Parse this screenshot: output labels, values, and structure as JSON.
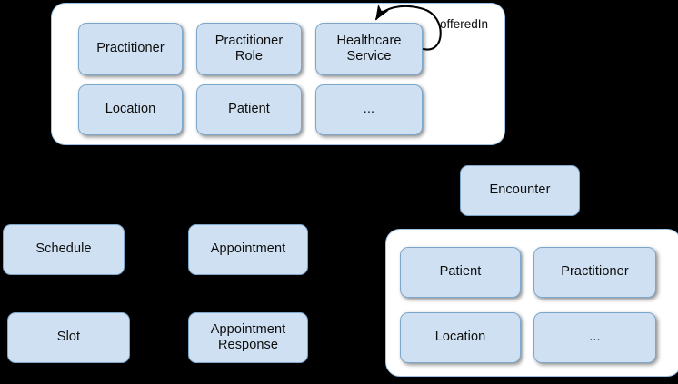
{
  "diagram": {
    "background_color": "#000000",
    "node_fill": "#cfe0f2",
    "node_border": "#7da7ca",
    "panel_fill": "#ffffff",
    "panel_border": "#9dc3e6",
    "text_color": "#0d0d0d"
  },
  "groups": [
    {
      "id": "scheduling-resources-panel",
      "name": "top-resource-group",
      "nodes": [
        {
          "id": "practitioner",
          "label": "Practitioner"
        },
        {
          "id": "practitioner-role",
          "label": "Practitioner\nRole"
        },
        {
          "id": "healthcare-service",
          "label": "Healthcare\nService"
        },
        {
          "id": "location",
          "label": "Location"
        },
        {
          "id": "patient",
          "label": "Patient"
        },
        {
          "id": "more",
          "label": "..."
        }
      ]
    },
    {
      "id": "encounter-resources-panel",
      "name": "bottom-right-resource-group",
      "nodes": [
        {
          "id": "patient",
          "label": "Patient"
        },
        {
          "id": "practitioner",
          "label": "Practitioner"
        },
        {
          "id": "location",
          "label": "Location"
        },
        {
          "id": "more",
          "label": "..."
        }
      ]
    }
  ],
  "standalone_nodes": [
    {
      "id": "schedule",
      "label": "Schedule"
    },
    {
      "id": "appointment",
      "label": "Appointment"
    },
    {
      "id": "slot",
      "label": "Slot"
    },
    {
      "id": "appointment-response",
      "label": "Appointment\nResponse"
    },
    {
      "id": "encounter",
      "label": "Encounter"
    }
  ],
  "edges": [
    {
      "id": "offered-in-self-loop",
      "label": "offeredIn",
      "from": "healthcare-service",
      "to": "healthcare-service",
      "style": "curved-self-loop-arrow"
    }
  ]
}
